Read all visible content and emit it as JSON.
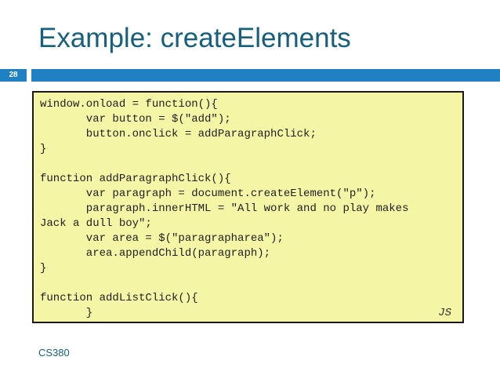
{
  "slide": {
    "title": "Example: createElements",
    "number": "28",
    "footer": "CS380"
  },
  "code": {
    "lines": [
      "window.onload = function(){",
      "       var button = $(\"add\");",
      "       button.onclick = addParagraphClick;",
      "}",
      "",
      "function addParagraphClick(){",
      "       var paragraph = document.createElement(\"p\");",
      "       paragraph.innerHTML = \"All work and no play makes",
      "Jack a dull boy\";",
      "       var area = $(\"paragrapharea\");",
      "       area.appendChild(paragraph);",
      "}",
      "",
      "function addListClick(){",
      "       }"
    ],
    "language_label": "JS"
  },
  "colors": {
    "title": "#17607d",
    "bar": "#1f80c4",
    "code_background": "#f5f5a6",
    "code_border": "#1a1a1a"
  }
}
